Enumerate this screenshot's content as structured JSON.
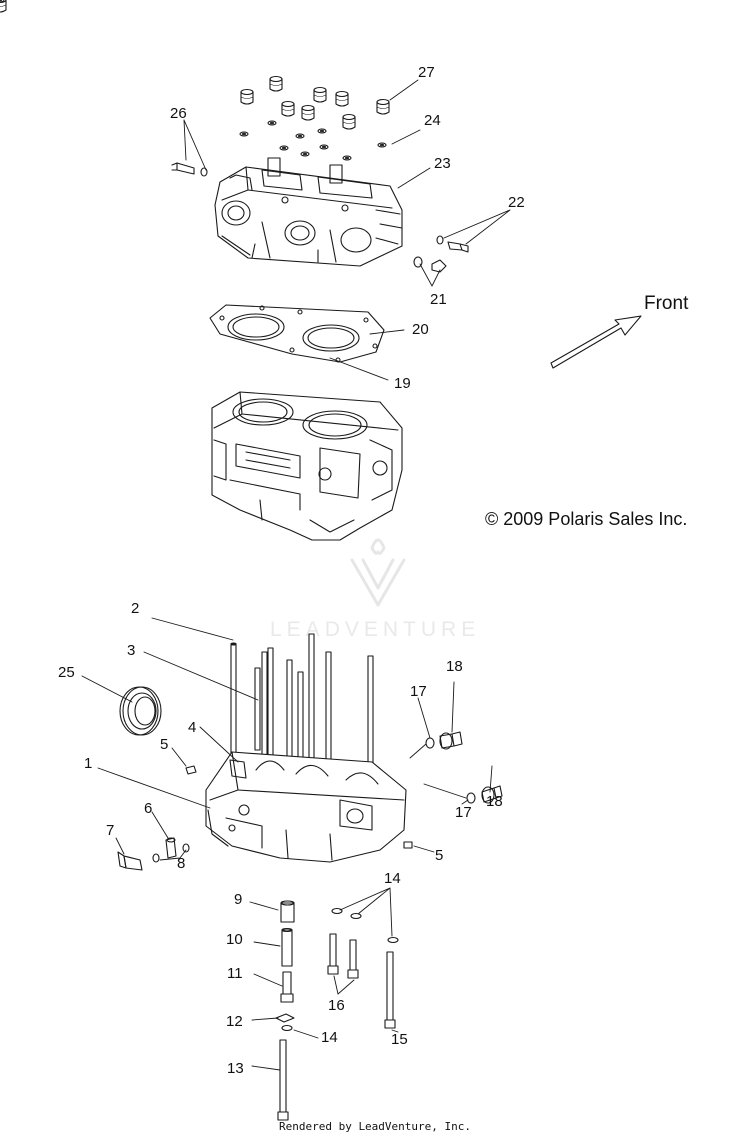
{
  "copyright": "© 2009 Polaris Sales Inc.",
  "direction_label": "Front",
  "watermark": "LEADVENTURE",
  "footer": "Rendered by LeadVenture, Inc.",
  "callouts": [
    {
      "id": "c27",
      "text": "27"
    },
    {
      "id": "c26",
      "text": "26"
    },
    {
      "id": "c24",
      "text": "24"
    },
    {
      "id": "c23",
      "text": "23"
    },
    {
      "id": "c22",
      "text": "22"
    },
    {
      "id": "c21",
      "text": "21"
    },
    {
      "id": "c20",
      "text": "20"
    },
    {
      "id": "c19",
      "text": "19"
    },
    {
      "id": "c2",
      "text": "2"
    },
    {
      "id": "c3",
      "text": "3"
    },
    {
      "id": "c25",
      "text": "25"
    },
    {
      "id": "c18a",
      "text": "18"
    },
    {
      "id": "c17a",
      "text": "17"
    },
    {
      "id": "c4",
      "text": "4"
    },
    {
      "id": "c5a",
      "text": "5"
    },
    {
      "id": "c1",
      "text": "1"
    },
    {
      "id": "c6",
      "text": "6"
    },
    {
      "id": "c7",
      "text": "7"
    },
    {
      "id": "c8",
      "text": "8"
    },
    {
      "id": "c17b",
      "text": "17"
    },
    {
      "id": "c18b",
      "text": "18"
    },
    {
      "id": "c5b",
      "text": "5"
    },
    {
      "id": "c9",
      "text": "9"
    },
    {
      "id": "c14a",
      "text": "14"
    },
    {
      "id": "c10",
      "text": "10"
    },
    {
      "id": "c11",
      "text": "11"
    },
    {
      "id": "c16",
      "text": "16"
    },
    {
      "id": "c12",
      "text": "12"
    },
    {
      "id": "c14b",
      "text": "14"
    },
    {
      "id": "c15",
      "text": "15"
    },
    {
      "id": "c13",
      "text": "13"
    }
  ]
}
